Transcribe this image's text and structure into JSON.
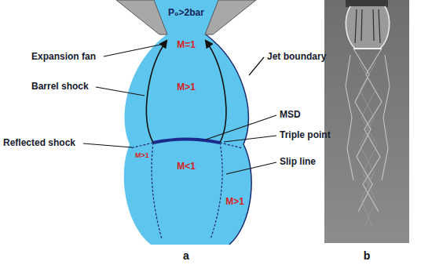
{
  "diagram": {
    "labels": [
      "P₀>2bar",
      "Expansion fan",
      "Jet boundary",
      "M=1",
      "Barrel shock",
      "M>1",
      "MSD",
      "Triple point",
      "Reflected shock",
      "M>1",
      "Slip line",
      "M<1",
      "M>1",
      "a",
      "b"
    ]
  }
}
